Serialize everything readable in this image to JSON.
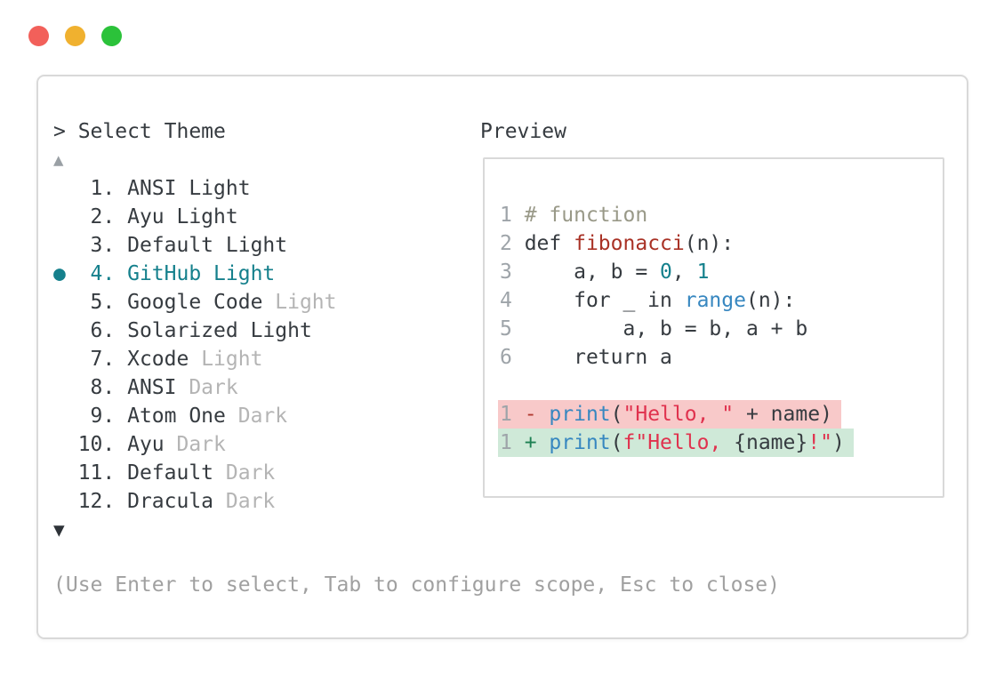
{
  "colors": {
    "light-red": "#f2605a",
    "light-yellow": "#f0b12f",
    "light-green": "#2bc23a",
    "border": "#d9d9d9",
    "text": "#363b40",
    "accent": "#15808c",
    "muted": "#b4b4b4",
    "hint": "#a0a0a0",
    "arrow-up": "#9aa0a5",
    "arrow-down": "#2e3338",
    "linenum": "#9ea4a9",
    "comment": "#999988",
    "func-red": "#a93226",
    "string-red": "#e0324e",
    "builtin-blue": "#3787c0",
    "number-teal": "#14808c",
    "del-red": "#b13a31",
    "ins-green": "#1e8053",
    "del-bg": "#f8c9c9",
    "ins-bg": "#cfe9d8"
  },
  "prompt": {
    "text": "> Select Theme"
  },
  "list": {
    "up_arrow": "▲",
    "down_arrow": "▼",
    "bullet": "●",
    "items": [
      {
        "num": "1",
        "name": "ANSI Light",
        "muted": "",
        "selected": false
      },
      {
        "num": "2",
        "name": "Ayu Light",
        "muted": "",
        "selected": false
      },
      {
        "num": "3",
        "name": "Default Light",
        "muted": "",
        "selected": false
      },
      {
        "num": "4",
        "name": "GitHub Light",
        "muted": "",
        "selected": true
      },
      {
        "num": "5",
        "name": "Google Code",
        "muted": "Light",
        "selected": false
      },
      {
        "num": "6",
        "name": "Solarized Light",
        "muted": "",
        "selected": false
      },
      {
        "num": "7",
        "name": "Xcode",
        "muted": "Light",
        "selected": false
      },
      {
        "num": "8",
        "name": "ANSI",
        "muted": "Dark",
        "selected": false
      },
      {
        "num": "9",
        "name": "Atom One",
        "muted": "Dark",
        "selected": false
      },
      {
        "num": "10",
        "name": "Ayu",
        "muted": "Dark",
        "selected": false
      },
      {
        "num": "11",
        "name": "Default",
        "muted": "Dark",
        "selected": false
      },
      {
        "num": "12",
        "name": "Dracula",
        "muted": "Dark",
        "selected": false
      }
    ]
  },
  "preview": {
    "label": "Preview",
    "lines": [
      {
        "num": "1",
        "bg": "",
        "tokens": [
          {
            "c": "plain",
            "t": " "
          },
          {
            "c": "comment",
            "t": "# function"
          }
        ]
      },
      {
        "num": "2",
        "bg": "",
        "tokens": [
          {
            "c": "plain",
            "t": " def "
          },
          {
            "c": "func",
            "t": "fibonacci"
          },
          {
            "c": "plain",
            "t": "(n):"
          }
        ]
      },
      {
        "num": "3",
        "bg": "",
        "tokens": [
          {
            "c": "plain",
            "t": "     a, b = "
          },
          {
            "c": "number",
            "t": "0"
          },
          {
            "c": "plain",
            "t": ", "
          },
          {
            "c": "number",
            "t": "1"
          }
        ]
      },
      {
        "num": "4",
        "bg": "",
        "tokens": [
          {
            "c": "plain",
            "t": "     for _ in "
          },
          {
            "c": "builtin",
            "t": "range"
          },
          {
            "c": "plain",
            "t": "(n):"
          }
        ]
      },
      {
        "num": "5",
        "bg": "",
        "tokens": [
          {
            "c": "plain",
            "t": "         a, b = b, a + b"
          }
        ]
      },
      {
        "num": "6",
        "bg": "",
        "tokens": [
          {
            "c": "plain",
            "t": "     return a"
          }
        ]
      },
      {
        "num": "",
        "bg": "",
        "tokens": []
      },
      {
        "num": "1",
        "bg": "del",
        "tokens": [
          {
            "c": "del",
            "t": " - "
          },
          {
            "c": "builtin",
            "t": "print"
          },
          {
            "c": "plain",
            "t": "("
          },
          {
            "c": "string",
            "t": "\"Hello, \""
          },
          {
            "c": "plain",
            "t": " + name)"
          }
        ]
      },
      {
        "num": "1",
        "bg": "ins",
        "tokens": [
          {
            "c": "ins",
            "t": " + "
          },
          {
            "c": "builtin",
            "t": "print"
          },
          {
            "c": "plain",
            "t": "("
          },
          {
            "c": "string",
            "t": "f\"Hello, "
          },
          {
            "c": "plain",
            "t": "{name}"
          },
          {
            "c": "string",
            "t": "!\""
          },
          {
            "c": "plain",
            "t": ")"
          }
        ]
      }
    ]
  },
  "footer": {
    "hint": "(Use Enter to select, Tab to configure scope, Esc to close)"
  }
}
